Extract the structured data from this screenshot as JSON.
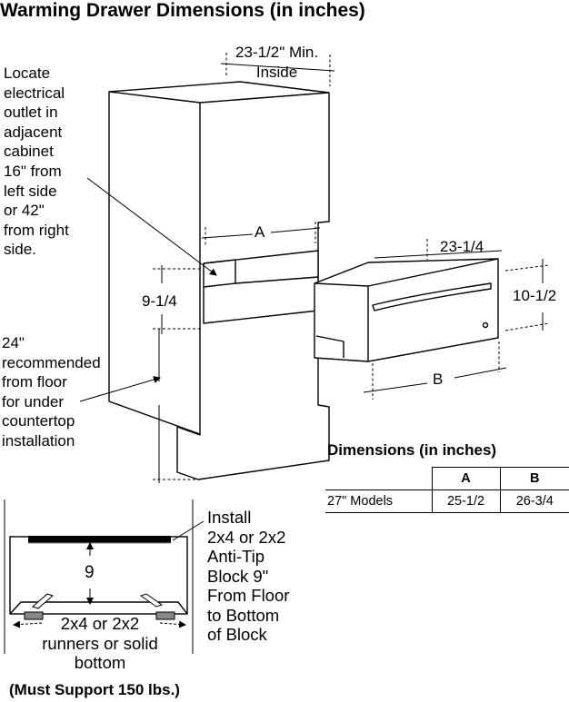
{
  "title": "Warming Drawer Dimensions (in inches)",
  "labels": {
    "min_inside": [
      "23-1/2\" Min.",
      "Inside"
    ],
    "outlet_note": [
      "Locate",
      "electrical",
      "outlet in",
      "adjacent",
      "cabinet",
      "16\" from",
      "left side",
      "or 42\"",
      "from right",
      "side."
    ],
    "dim_a": "A",
    "dim_9_1_4": "9-1/4",
    "dim_23_1_4": "23-1/4",
    "dim_10_1_2": "10-1/2",
    "dim_b": "B",
    "height_note": [
      "24\"",
      "recommended",
      "from floor",
      "for under",
      "countertop",
      "installation"
    ],
    "block_height": "9",
    "block_note": [
      "Install",
      "2x4 or 2x2",
      "Anti-Tip",
      "Block 9\"",
      "From Floor",
      "to Bottom",
      "of Block"
    ],
    "runners_note": [
      "2x4 or 2x2",
      "runners or solid",
      "bottom"
    ]
  },
  "table": {
    "title": "Dimensions (in inches)",
    "headers": [
      "",
      "A",
      "B"
    ],
    "rows": [
      {
        "model": "27\" Models",
        "a": "25-1/2",
        "b": "26-3/4"
      }
    ]
  },
  "footer": "(Must Support 150 lbs.)"
}
